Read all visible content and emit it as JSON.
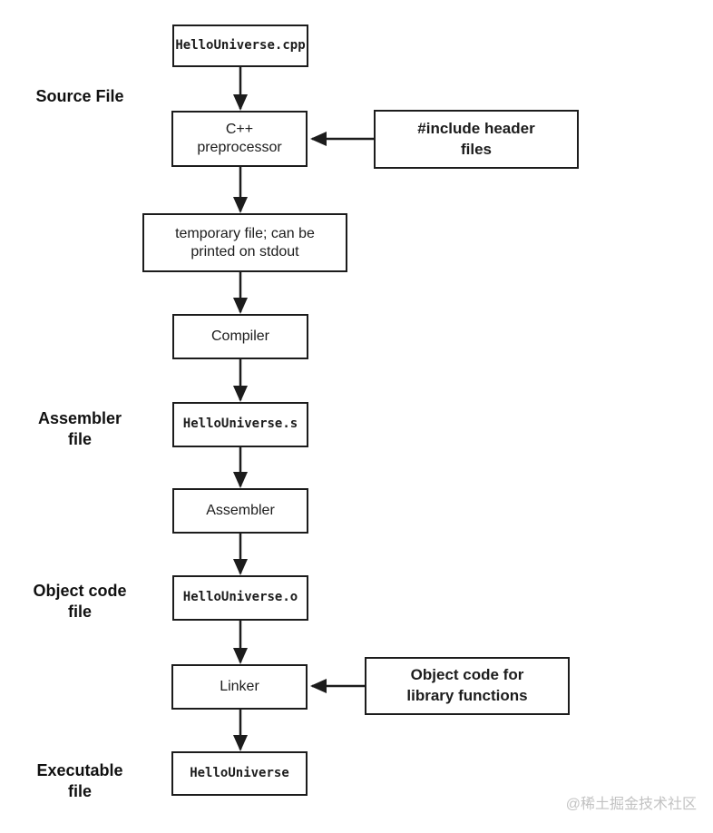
{
  "diagram": {
    "side_labels": {
      "source_file": "Source File",
      "assembler_file": "Assembler\nfile",
      "object_code_file": "Object code\nfile",
      "executable_file": "Executable\nfile"
    },
    "nodes": {
      "source_code": "HelloUniverse.cpp",
      "preprocessor": "C++\npreprocessor",
      "include_headers": "#include header\nfiles",
      "temp_file": "temporary file; can be\nprinted on stdout",
      "compiler": "Compiler",
      "assembly_file": "HelloUniverse.s",
      "assembler": "Assembler",
      "object_file": "HelloUniverse.o",
      "linker": "Linker",
      "object_code_libs": "Object code for\nlibrary functions",
      "executable": "HelloUniverse"
    },
    "colors": {
      "line": "#1c1c1c",
      "background": "#ffffff",
      "watermark": "#c2c2c2"
    },
    "watermark": "@稀土掘金技术社区"
  }
}
